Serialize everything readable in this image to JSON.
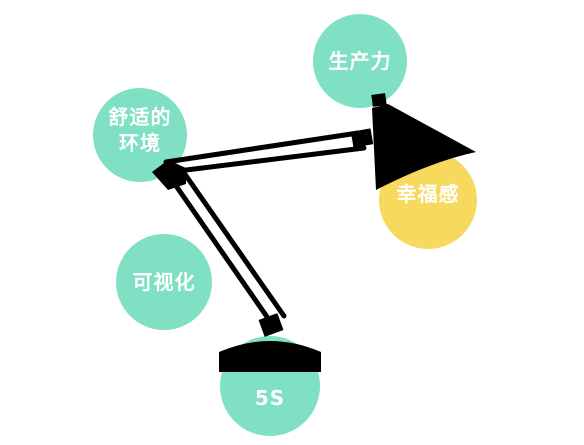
{
  "colors": {
    "circle": "#7fe0c3",
    "bulb": "#f7d95e",
    "lamp": "#000000",
    "background": "#ffffff"
  },
  "labels": {
    "productivity": "生产力",
    "comfort": "舒适的环境",
    "happiness": "幸福感",
    "visualization": "可视化",
    "five_s": "5S"
  }
}
